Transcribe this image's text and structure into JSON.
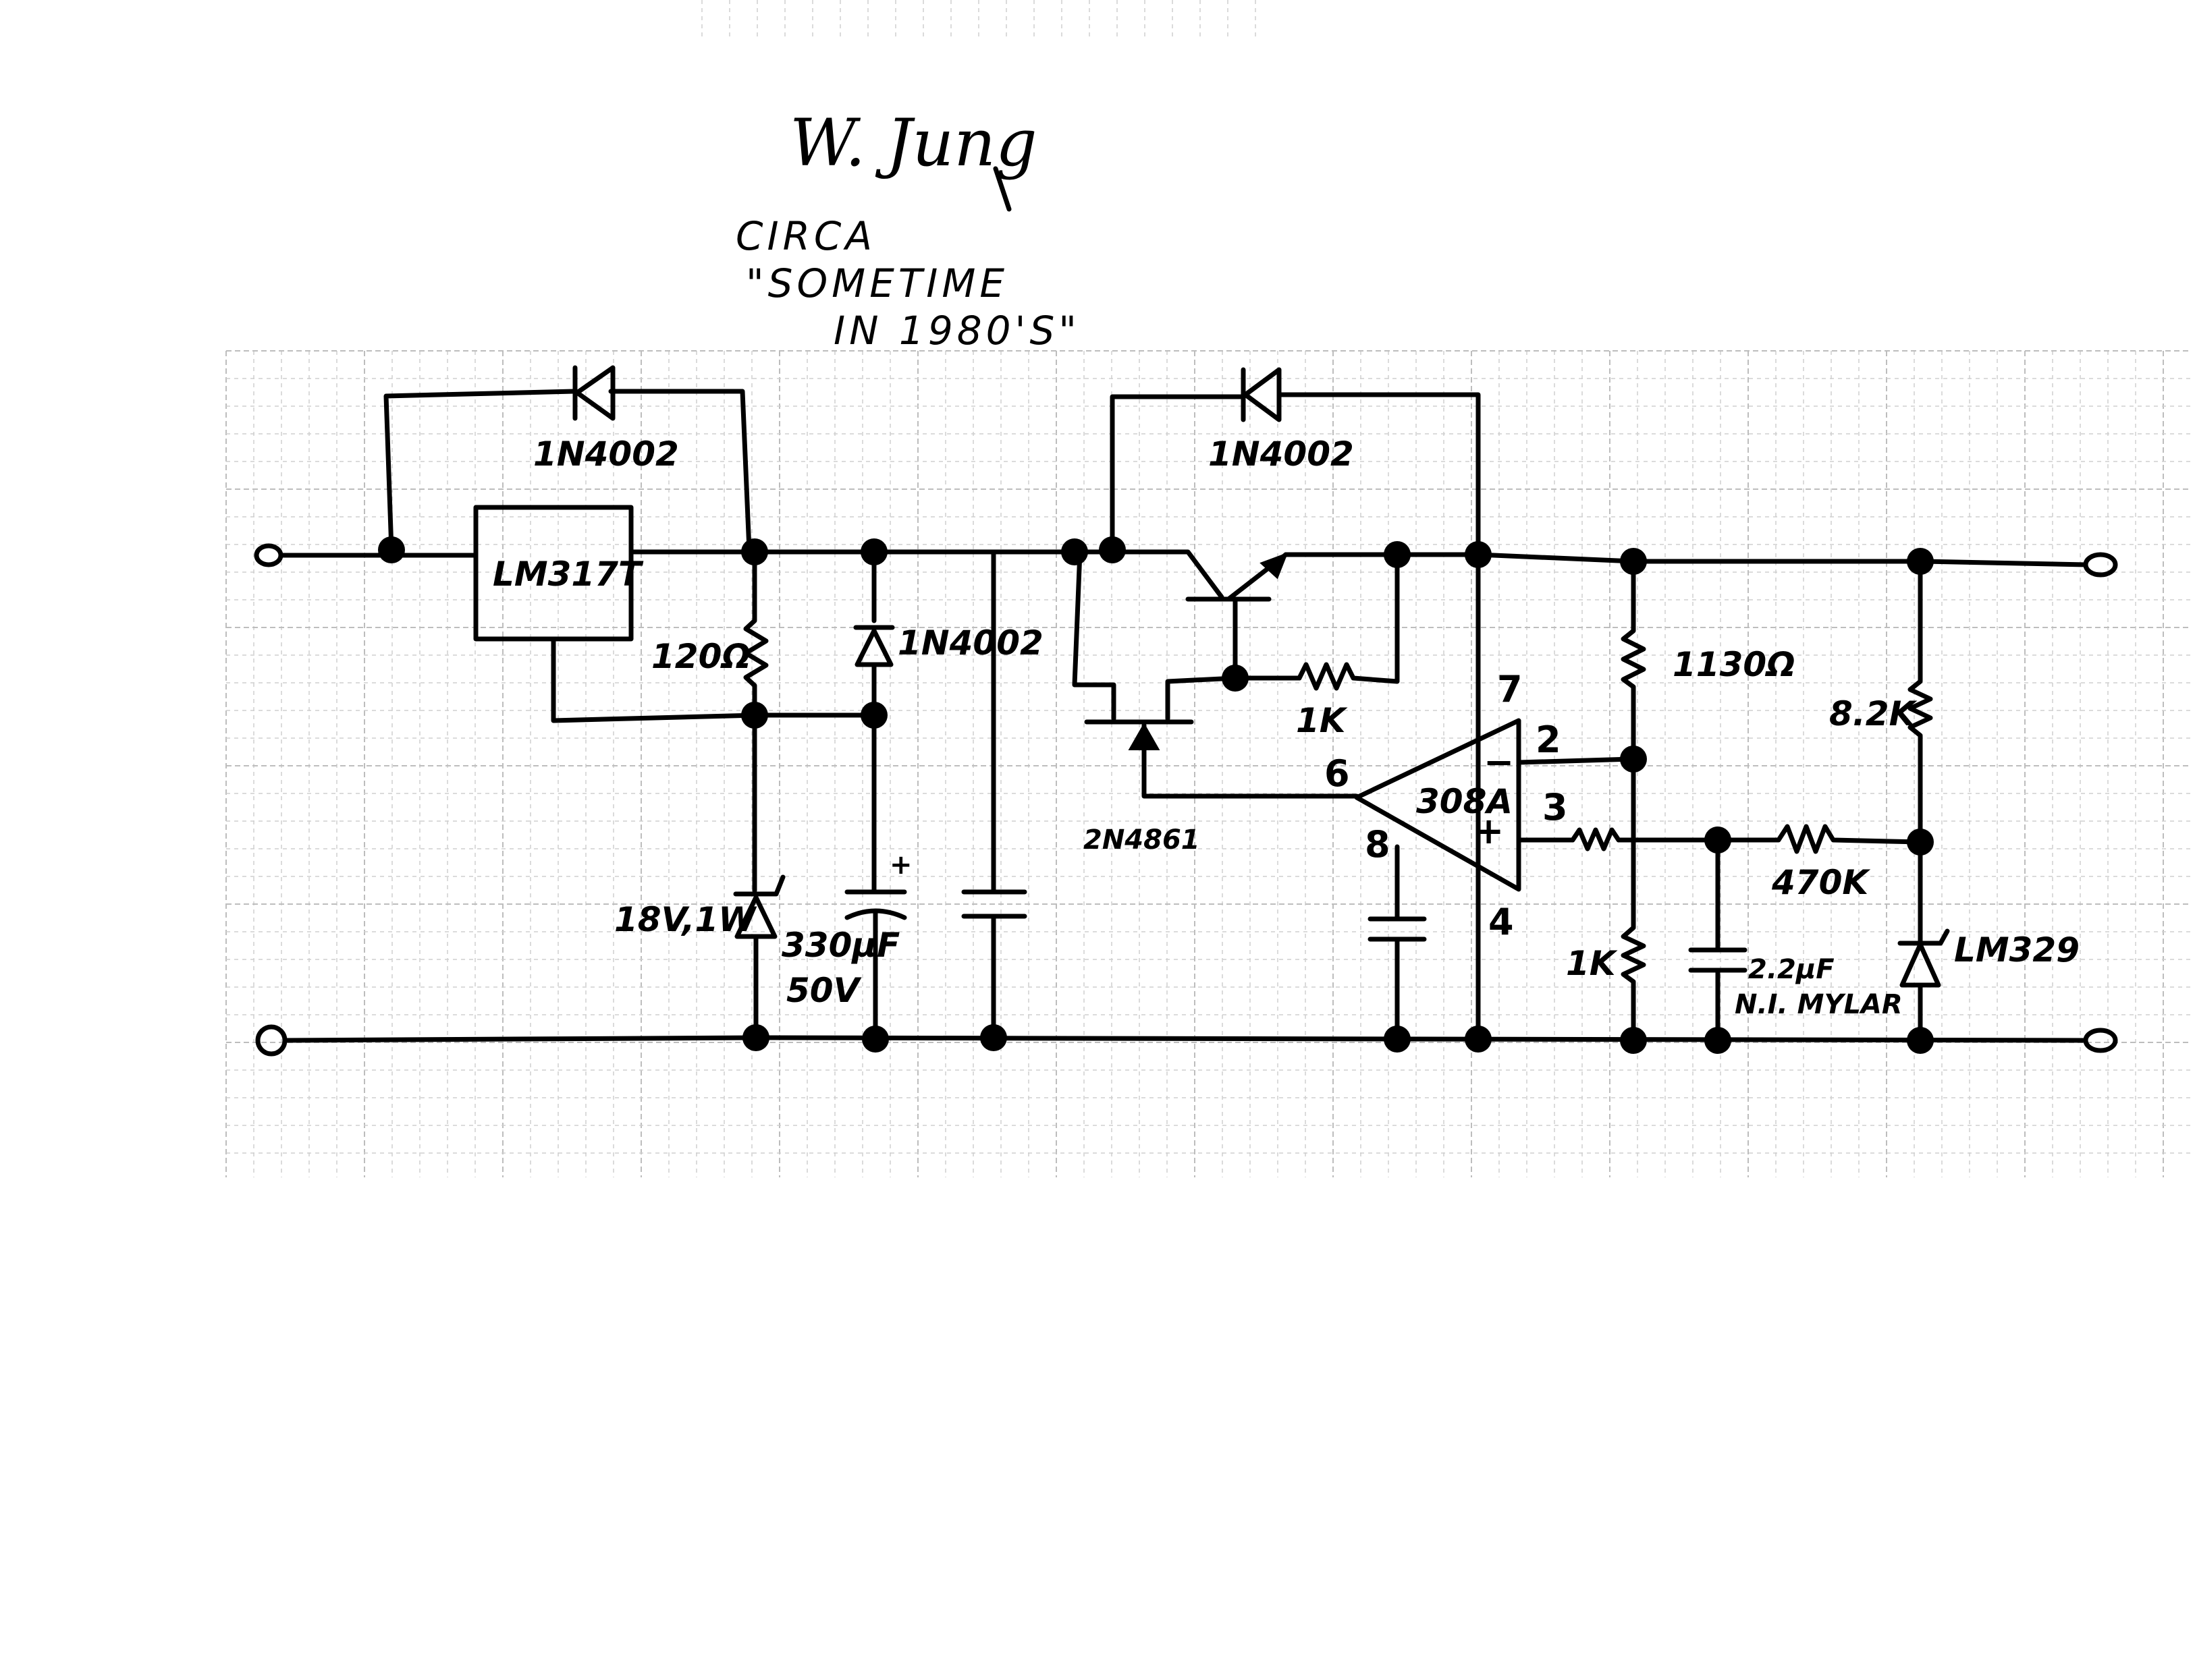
{
  "header": {
    "author": "W. Jung",
    "note_line1": "CIRCA",
    "note_line2": "\"SOMETIME",
    "note_line3": "IN 1980'S\""
  },
  "components": {
    "regulator": "LM317T",
    "diode_top_left": "1N4002",
    "diode_top_right": "1N4002",
    "diode_mid": "1N4002",
    "r_adj": "120Ω",
    "zener_main": "18V,1W",
    "cap_bulk_value": "330μF",
    "cap_bulk_voltage": "50V",
    "cap_bulk_polarity": "+",
    "jfet": "2N4861",
    "r_gate": "1K",
    "opamp": "308A",
    "opamp_inv": "−",
    "opamp_noninv": "+",
    "pin7": "7",
    "pin2": "2",
    "pin6": "6",
    "pin3": "3",
    "pin8": "8",
    "pin4": "4",
    "r_fb_top": "1130Ω",
    "r_fb_bottom": "1K",
    "r_ref_series": "470K",
    "cap_filter_value": "2.2μF",
    "cap_filter_type": "N.I. MYLAR",
    "r_ref_bias": "8.2K",
    "ref_zener": "LM329"
  }
}
